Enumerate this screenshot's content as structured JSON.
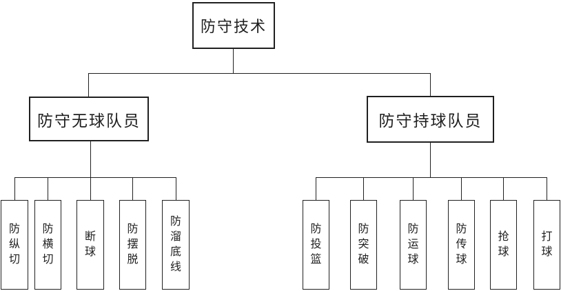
{
  "diagram": {
    "title": "防守技术",
    "root": {
      "label": "防守技术"
    },
    "branches": [
      {
        "label": "防守无球队员",
        "children": [
          {
            "label": "防纵切"
          },
          {
            "label": "防横切"
          },
          {
            "label": "断球"
          },
          {
            "label": "防摆脱"
          },
          {
            "label": "防溜底线"
          }
        ]
      },
      {
        "label": "防守持球队员",
        "children": [
          {
            "label": "防投篮"
          },
          {
            "label": "防突破"
          },
          {
            "label": "防运球"
          },
          {
            "label": "防传球"
          },
          {
            "label": "抢球"
          },
          {
            "label": "打球"
          }
        ]
      }
    ]
  },
  "colors": {
    "line": "#1f1f1f",
    "text": "#1f1f1f",
    "background": "#ffffff"
  }
}
